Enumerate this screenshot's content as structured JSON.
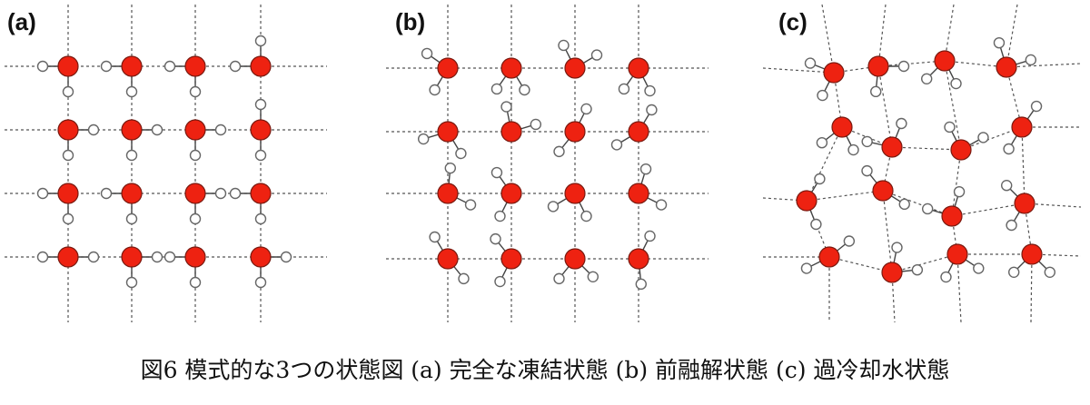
{
  "panels": [
    {
      "id": "a",
      "label": "(a)",
      "state": "frozen"
    },
    {
      "id": "b",
      "label": "(b)",
      "state": "premelting"
    },
    {
      "id": "c",
      "label": "(c)",
      "state": "supercooled"
    }
  ],
  "caption": "図6  模式的な3つの状態図 (a) 完全な凍結状態 (b) 前融解状態 (c) 過冷却水状態",
  "colors": {
    "oxygen_fill": "#ee2211",
    "oxygen_stroke": "#7a1a10",
    "hydrogen_fill": "#ffffff",
    "hydrogen_stroke": "#666666",
    "grid_line": "#555555"
  },
  "legend_icons": [
    "oxygen-atom-icon",
    "hydrogen-atom-icon"
  ]
}
